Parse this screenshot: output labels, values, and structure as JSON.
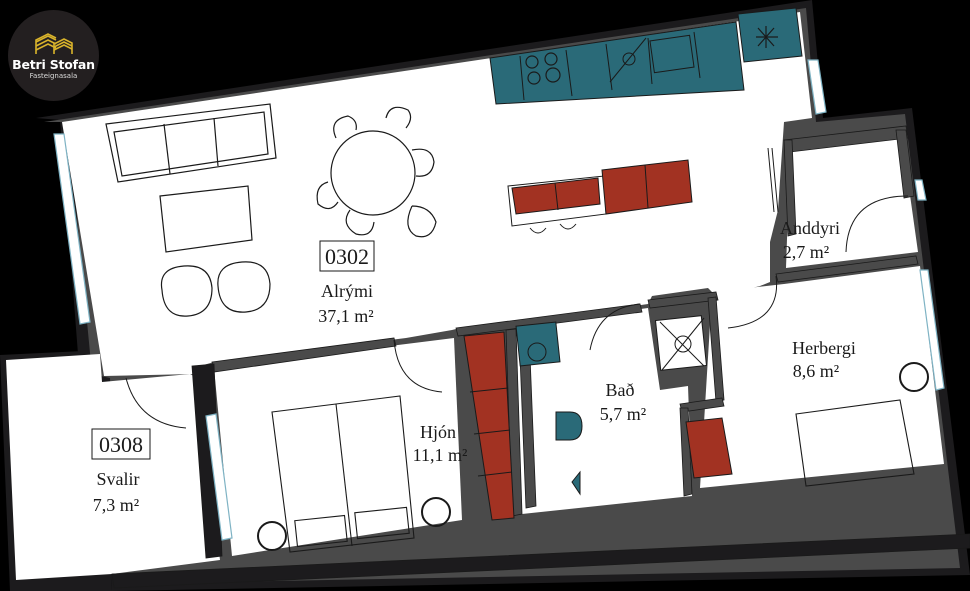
{
  "brand": {
    "name": "Betri Stofan",
    "tagline": "Fasteignasala",
    "colors": {
      "mark": "#d9b32b",
      "badge": "#231f20"
    }
  },
  "plan": {
    "colors": {
      "background": "#000000",
      "floor": "#ffffff",
      "wall_outer": "#1c1b1d",
      "wall_inner": "#4a4a4a",
      "window": "#7fb3c4",
      "kitchen_teal": "#2a6a78",
      "storage_red": "#a23222",
      "line": "#1a1a1a"
    },
    "units": [
      {
        "number": "0302",
        "label": "apartment"
      },
      {
        "number": "0308",
        "label": "balcony"
      }
    ],
    "rooms": [
      {
        "name": "Alrými",
        "area": "37,1 m²"
      },
      {
        "name": "Svalir",
        "area": "7,3 m²"
      },
      {
        "name": "Hjón",
        "area": "11,1 m²"
      },
      {
        "name": "Bað",
        "area": "5,7 m²"
      },
      {
        "name": "Anddyri",
        "area": "2,7 m²"
      },
      {
        "name": "Herbergi",
        "area": "8,6 m²"
      }
    ]
  }
}
